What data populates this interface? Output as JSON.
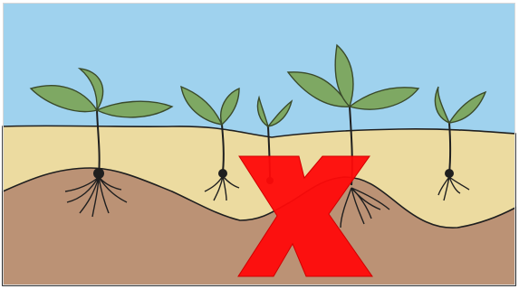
{
  "illustration": {
    "colors": {
      "sky": "#9fd2ee",
      "sand": "#ecdba0",
      "soil": "#bb9275",
      "leaf": "#7ea863",
      "leaf_outline": "#3a4a2a",
      "stem": "#1f1f1f",
      "outline": "#1f1f1f",
      "cross": "#ff0a0a"
    },
    "layers": [
      "sky",
      "sand-layer",
      "soil-layer"
    ],
    "plants": [
      {
        "name": "seedling-1",
        "rooted_in": "soil"
      },
      {
        "name": "seedling-2",
        "rooted_in": "sand"
      },
      {
        "name": "seedling-3",
        "rooted_in": "sand"
      },
      {
        "name": "seedling-4",
        "rooted_in": "soil"
      },
      {
        "name": "seedling-5",
        "rooted_in": "sand"
      }
    ],
    "overlay": {
      "symbol": "cross-mark",
      "color": "#ff0a0a"
    }
  }
}
